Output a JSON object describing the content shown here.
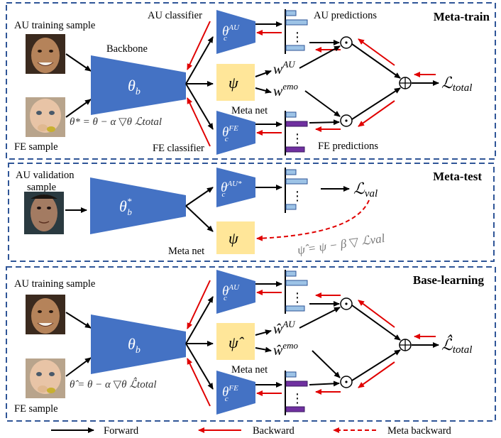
{
  "colors": {
    "panel_border": "#2f5597",
    "backbone": "#4472c4",
    "classifier": "#4472c4",
    "meta_net": "#ffe699",
    "au_bar": "#9dc3e6",
    "fe_bar": "#7030a0",
    "forward": "#000000",
    "backward": "#e00000",
    "face_skin_1": "#b5835a",
    "face_skin_2": "#e8c4a6",
    "face_skin_3": "#a37b62"
  },
  "panels": {
    "meta_train": {
      "title": "Meta-train",
      "au_training_sample": "AU training sample",
      "fe_sample": "FE sample",
      "backbone": "Backbone",
      "au_classifier": "AU classifier",
      "fe_classifier": "FE classifier",
      "au_predictions": "AU predictions",
      "fe_predictions": "FE predictions",
      "meta_net": "Meta net",
      "theta_b": "θ",
      "theta_b_sub": "b",
      "theta_c": "θ",
      "au_sup": "AU",
      "fe_sup": "FE",
      "c_sub": "c",
      "psi": "ψ",
      "w": "w",
      "w_au_sup": "AU",
      "w_emo_sup": "emo",
      "loss": "ℒ",
      "loss_sub": "total",
      "update_rule": "θ* = θ − α ▽θ ℒtotal"
    },
    "meta_test": {
      "title": "Meta-test",
      "au_validation_sample_line1": "AU validation",
      "au_validation_sample_line2": "sample",
      "meta_net": "Meta net",
      "theta_b": "θ",
      "theta_b_sup": "*",
      "theta_b_sub": "b",
      "theta_c": "θ",
      "au_star_sup": "AU*",
      "c_sub": "c",
      "psi": "ψ",
      "loss": "ℒ",
      "loss_sub": "val",
      "update_rule": "ψ̂ = ψ − β ▽ ℒval"
    },
    "base_learning": {
      "title": "Base-learning",
      "au_training_sample": "AU training sample",
      "fe_sample": "FE sample",
      "meta_net": "Meta net",
      "theta_b": "θ",
      "theta_b_sub": "b",
      "theta_c": "θ",
      "au_sup": "AU",
      "fe_sup": "FE",
      "c_sub": "c",
      "psi_hat": "ψ̂",
      "w_hat": "ŵ",
      "w_au_sup": "AU",
      "w_emo_sup": "emo",
      "loss_hat": "ℒ̂",
      "loss_sub": "total",
      "update_rule": "θ̂ = θ − α ▽θ ℒ̂total"
    }
  },
  "legend": {
    "forward": "Forward",
    "backward": "Backward",
    "meta_backward": "Meta backward"
  }
}
